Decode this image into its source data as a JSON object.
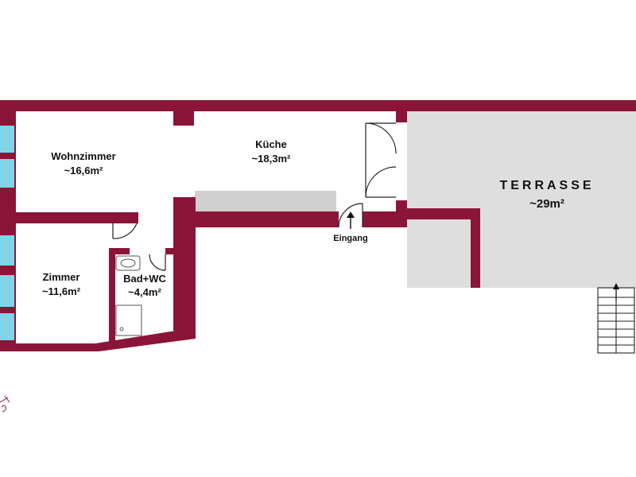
{
  "plan": {
    "colors": {
      "wall": "#8b1538",
      "window": "#7fd4e8",
      "terrace": "#dedede",
      "counter": "#d0d0d0",
      "background": "#ffffff",
      "line": "#222222"
    },
    "rooms": {
      "wohnzimmer": {
        "name": "Wohnzimmer",
        "area": "~16,6m²"
      },
      "kueche": {
        "name": "Küche",
        "area": "~18,3m²"
      },
      "zimmer": {
        "name": "Zimmer",
        "area": "~11,6m²"
      },
      "bad": {
        "name": "Bad+WC",
        "area": "~4,4m²"
      },
      "terrasse": {
        "name": "TERRASSE",
        "area": "~29m²"
      }
    },
    "entrance_label": "Eingang",
    "compass_icon": "north-arrow-icon"
  }
}
